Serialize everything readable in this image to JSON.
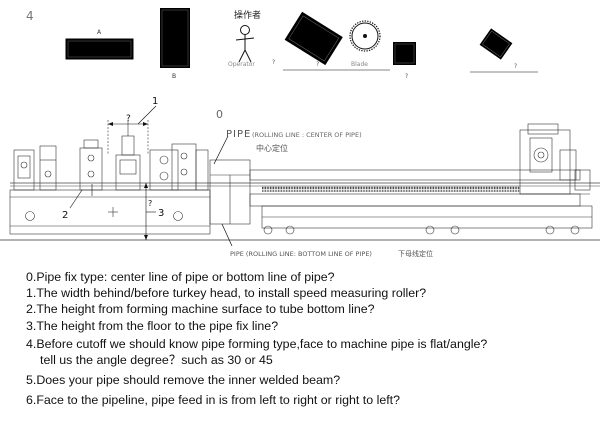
{
  "top_diagram": {
    "section_number": "4",
    "label_a": "A",
    "label_b": "B",
    "operator_cn": "操作者",
    "operator_label": "Operator",
    "q1": "?",
    "q2": "?",
    "q3": "?",
    "q4": "?",
    "blade_label": "Blade"
  },
  "machine_diagram": {
    "callout_1": "1",
    "callout_2": "2",
    "callout_3": "3",
    "callout_0": "0",
    "q_mark_top": "?",
    "q_mark_side": "?",
    "pipe_word_top": "PIPE",
    "rolling_line_center": "(ROLLING LINE : CENTER OF PIPE)",
    "center_positioning_cn": "中心定位",
    "pipe_rolling_bottom": "PIPE (ROLLING LINE: BOTTOM LINE OF PIPE)",
    "bottom_positioning_cn": "下母线定位"
  },
  "questions": [
    "0.Pipe fix type: center line of pipe or bottom line of pipe?",
    "1.The width behind/before turkey head, to install speed measuring roller?",
    "2.The height from forming machine surface to tube bottom line?",
    "3.The height from the floor to the pipe fix line?",
    "4.Before cutoff we should know pipe forming type,face to machine pipe is flat/angle?",
    "tell  us the angle degree？such as 30 or 45",
    "5.Does your pipe should remove the inner welded beam?",
    "6.Face to the pipeline, pipe feed in is from left to right or right to left?"
  ]
}
